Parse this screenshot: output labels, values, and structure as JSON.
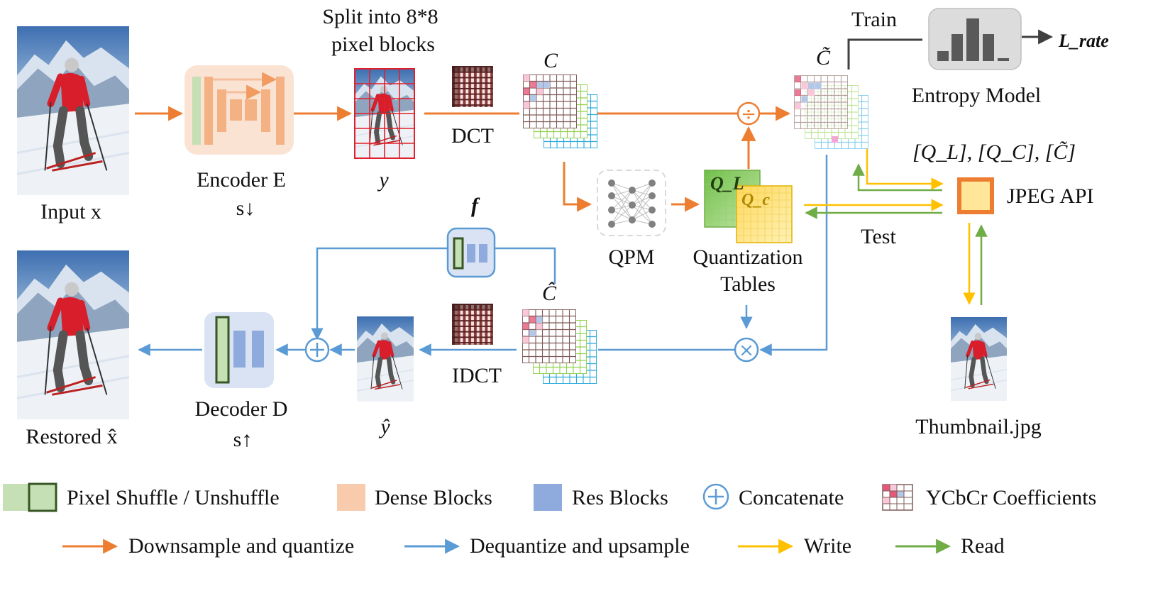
{
  "nodes": {
    "input_label": "Input x",
    "split_label_1": "Split into 8*8",
    "split_label_2": "pixel blocks",
    "encoder_label": "Encoder E",
    "encoder_sub": "s↓",
    "y_label": "y",
    "dct_label": "DCT",
    "c_label": "C",
    "c_tilde_label": "C̃",
    "train_label": "Train",
    "entropy_label": "Entropy Model",
    "l_rate_label": "L_rate",
    "qpm_label": "QPM",
    "ql_label": "Q_L",
    "qc_label": "Q_c",
    "qt_label_1": "Quantization",
    "qt_label_2": "Tables",
    "jpeg_out_label": "[Q_L], [Q_C], [C̃]",
    "jpeg_api_label": "JPEG API",
    "test_label": "Test",
    "f_label": "f",
    "c_hat_label": "Ĉ",
    "idct_label": "IDCT",
    "y_hat_label": "ŷ",
    "decoder_label": "Decoder D",
    "decoder_sub": "s↑",
    "restored_label": "Restored x̂",
    "thumb_label": "Thumbnail.jpg",
    "divide_symbol": "÷",
    "multiply_symbol": "×",
    "concat_symbol": "+"
  },
  "legend": {
    "row1": [
      {
        "name": "pixel-shuffle",
        "label": "Pixel Shuffle / Unshuffle"
      },
      {
        "name": "dense-blocks",
        "label": "Dense Blocks"
      },
      {
        "name": "res-blocks",
        "label": "Res Blocks"
      },
      {
        "name": "concatenate",
        "label": "Concatenate"
      },
      {
        "name": "ycbcr",
        "label": "YCbCr Coefficients"
      }
    ],
    "row2": [
      {
        "name": "downsample",
        "label": "Downsample and quantize",
        "color": "#ed7d31"
      },
      {
        "name": "dequantize",
        "label": "Dequantize and upsample",
        "color": "#5b9bd5"
      },
      {
        "name": "write",
        "label": "Write",
        "color": "#ffc000"
      },
      {
        "name": "read",
        "label": "Read",
        "color": "#70ad47"
      }
    ]
  },
  "colors": {
    "orange": "#ed7d31",
    "blue": "#5b9bd5",
    "yellow": "#ffc000",
    "green": "#70ad47",
    "dense": "#f4b183",
    "res": "#8faadc",
    "shuffle": "#a9d18e",
    "shuffle_border": "#375623"
  }
}
